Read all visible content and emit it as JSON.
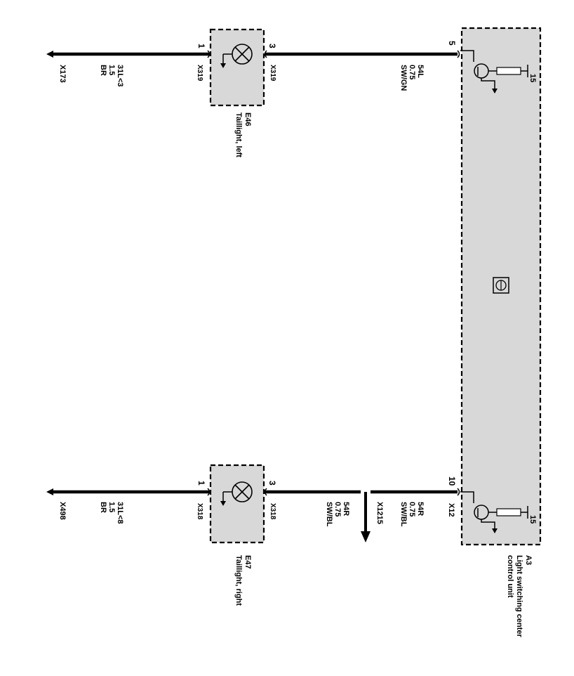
{
  "diagram": {
    "control_unit": {
      "id": "A3",
      "name_line1": "Light switching center",
      "name_line2": "control unit",
      "ground_label_left": "15",
      "ground_label_right": "15",
      "pin_left": "5",
      "pin_right": "10",
      "connector_right": "X12"
    },
    "lamp_left": {
      "id": "E46",
      "name": "Taillight, left",
      "pin_in": "3",
      "pin_out": "1",
      "connector_in": "X319",
      "connector_out": "X319"
    },
    "lamp_right": {
      "id": "E47",
      "name": "Taillight, right",
      "pin_in": "3",
      "pin_out": "1",
      "connector_in": "X318",
      "connector_out": "X318"
    },
    "wires": {
      "left_signal": {
        "circuit": "54L",
        "size": "0.75",
        "color": "SW/GN"
      },
      "right_signal_a": {
        "circuit": "54R",
        "size": "0.75",
        "color": "SW/BL"
      },
      "right_signal_b": {
        "circuit": "54R",
        "size": "0.75",
        "color": "SW/BL"
      },
      "left_ground": {
        "circuit": "31L<3",
        "size": "1.5",
        "color": "BR"
      },
      "right_ground": {
        "circuit": "31L<8",
        "size": "1.5",
        "color": "BR"
      }
    },
    "splice": "X1215",
    "ground_left": "X173",
    "ground_right": "X498"
  }
}
